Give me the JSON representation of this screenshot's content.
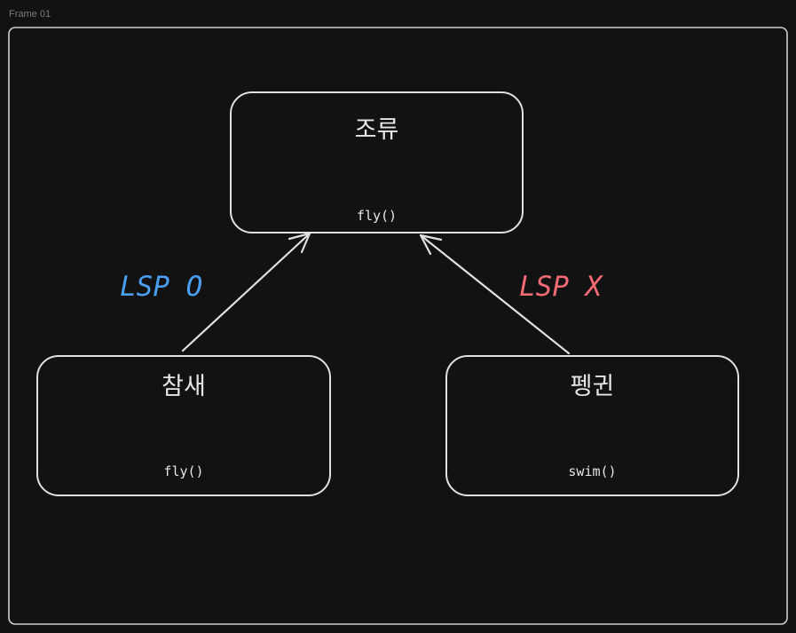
{
  "frame": {
    "label": "Frame 01"
  },
  "nodes": {
    "bird": {
      "title": "조류",
      "method": "fly()"
    },
    "sparrow": {
      "title": "참새",
      "method": "fly()"
    },
    "penguin": {
      "title": "펭귄",
      "method": "swim()"
    }
  },
  "edges": {
    "sparrow_to_bird": {
      "label": "LSP O",
      "color": "#4a9ff0"
    },
    "penguin_to_bird": {
      "label": "LSP X",
      "color": "#f36b75"
    }
  },
  "colors": {
    "background": "#121212",
    "stroke": "#e0e0e0",
    "frame_border": "#cfcfcf"
  }
}
